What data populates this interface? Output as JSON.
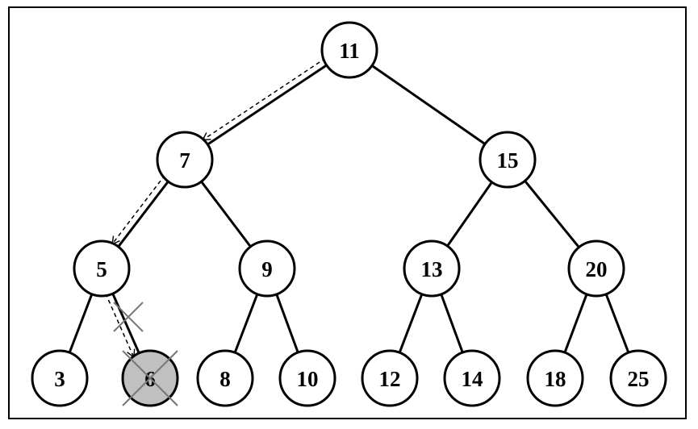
{
  "diagram": {
    "type": "binary-search-tree-deletion",
    "colors": {
      "stroke": "#000000",
      "deleted_fill": "#c0c0c0",
      "node_fill": "#ffffff",
      "cross": "#777777"
    },
    "nodes": [
      {
        "id": "n11",
        "label": "11"
      },
      {
        "id": "n7",
        "label": "7"
      },
      {
        "id": "n15",
        "label": "15"
      },
      {
        "id": "n5",
        "label": "5"
      },
      {
        "id": "n9",
        "label": "9"
      },
      {
        "id": "n13",
        "label": "13"
      },
      {
        "id": "n20",
        "label": "20"
      },
      {
        "id": "n3",
        "label": "3"
      },
      {
        "id": "n6",
        "label": "6",
        "deleted": true
      },
      {
        "id": "n8",
        "label": "8"
      },
      {
        "id": "n10",
        "label": "10"
      },
      {
        "id": "n12",
        "label": "12"
      },
      {
        "id": "n14",
        "label": "14"
      },
      {
        "id": "n18",
        "label": "18"
      },
      {
        "id": "n25",
        "label": "25"
      }
    ],
    "edges": [
      {
        "from": "n11",
        "to": "n7"
      },
      {
        "from": "n11",
        "to": "n15"
      },
      {
        "from": "n7",
        "to": "n5"
      },
      {
        "from": "n7",
        "to": "n9"
      },
      {
        "from": "n15",
        "to": "n13"
      },
      {
        "from": "n15",
        "to": "n20"
      },
      {
        "from": "n5",
        "to": "n3"
      },
      {
        "from": "n5",
        "to": "n6",
        "removed": true
      },
      {
        "from": "n9",
        "to": "n8"
      },
      {
        "from": "n9",
        "to": "n10"
      },
      {
        "from": "n13",
        "to": "n12"
      },
      {
        "from": "n13",
        "to": "n14"
      },
      {
        "from": "n20",
        "to": "n18"
      },
      {
        "from": "n20",
        "to": "n25"
      }
    ],
    "search_path": [
      "n11",
      "n7",
      "n5",
      "n6"
    ]
  }
}
